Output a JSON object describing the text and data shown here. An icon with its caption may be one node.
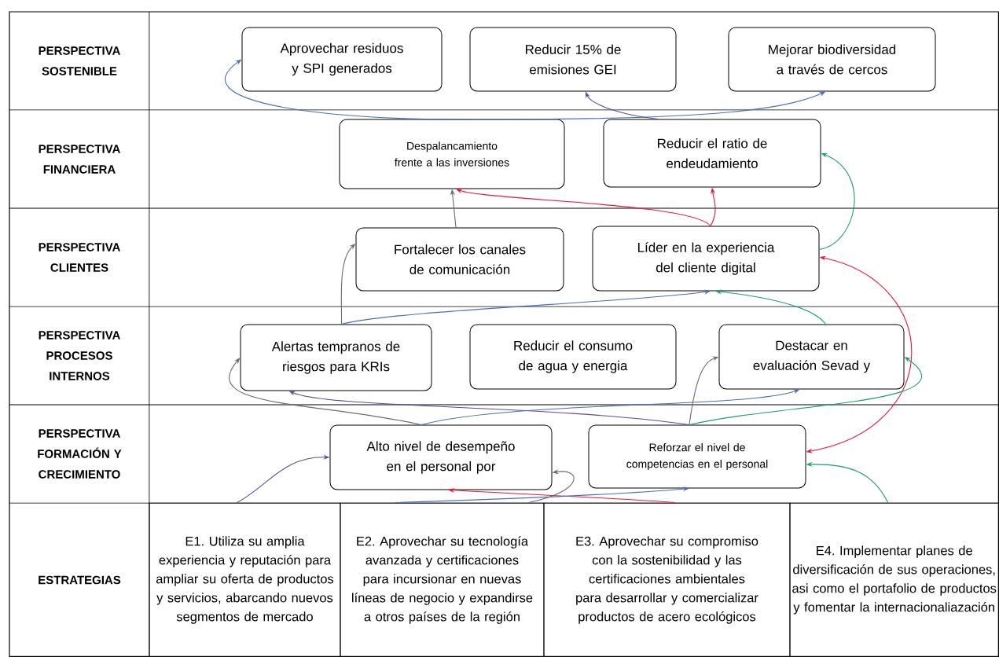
{
  "diagram": {
    "nodes": [
      {
        "text": [
          "Aprovechar residuos y SPI generados"
        ]
      },
      {
        "text": [
          "Reducir 15% de emisiones GEI"
        ]
      },
      {
        "text": [
          "Mejorar biodiversidad a través de cercos"
        ]
      },
      {
        "text": [
          "Despalancamiento frente a las inversiones"
        ]
      },
      {
        "text": [
          "Reducir el ratio de endeudamiento"
        ]
      },
      {
        "text": [
          "Fortalecer los canales de comunicación"
        ]
      },
      {
        "text": [
          "Líder en la experiencia del cliente digital"
        ]
      },
      {
        "text": [
          "Alertas tempranos de riesgos para KRIs"
        ]
      },
      {
        "text": [
          "Reducir el consumo de agua y energia"
        ]
      },
      {
        "text": [
          "Destacar en evaluación Sevad y"
        ]
      },
      {
        "text": [
          "Alto nivel de desempeño en el personal por"
        ]
      },
      {
        "text": [
          "Reforzar el nivel de competencias en el personal"
        ]
      },
      {
        "text": [
          "E1. Utiliza su amplia experiencia y reputación para ampliar su oferta de productos y servicios, abarcando nuevos segmentos de mercado"
        ]
      },
      {
        "text": [
          "E2. Aprovechar su tecnología avanzada y certificaciones para incursionar en nuevas líneas de negocio y expandirse a otros países de la región"
        ]
      },
      {
        "text": [
          "E3. Aprovechar su compromiso con la sostenibilidad y las certificaciones ambientales para desarrollar y comercializar productos de acero ecológicos"
        ]
      },
      {
        "text": [
          "E4. Implementar planes de diversificación de sus operaciones, asi como el portafolio de productos y fomentar la internacionaliazación"
        ]
      }
    ],
    "edges": [
      {
        "from": 3,
        "to": 0,
        "arrow": "to",
        "color": "#4a6fb5"
      },
      {
        "from": 3,
        "to": 2,
        "arrow": "to",
        "color": "#4a6fb5"
      },
      {
        "from": 4,
        "to": 1,
        "arrow": "to",
        "color": "#5b4a9e"
      },
      {
        "from": 6,
        "to": 3,
        "arrow": "to",
        "color": "#e8173a"
      },
      {
        "from": 6,
        "to": 4,
        "arrow": "to",
        "color": "#e8173a"
      },
      {
        "from": 5,
        "to": 3,
        "arrow": "to",
        "color": "#6b6b6b"
      },
      {
        "from": 6,
        "to": 4,
        "arrow": "to",
        "color": "#1a9e6e"
      },
      {
        "from": 9,
        "to": 6,
        "arrow": "to",
        "color": "#1a9e6e"
      },
      {
        "from": 11,
        "to": 6,
        "arrow": "both",
        "color": "#e8173a"
      },
      {
        "from": 7,
        "to": 6,
        "arrow": "to",
        "color": "#4a6fb5"
      },
      {
        "from": 7,
        "to": 5,
        "arrow": "to",
        "color": "#6b6b6b"
      },
      {
        "from": 10,
        "to": 7,
        "arrow": "to",
        "color": "#6b6b6b"
      },
      {
        "from": 11,
        "to": 7,
        "arrow": "to",
        "color": "#5b4a9e"
      },
      {
        "from": 10,
        "to": 9,
        "arrow": "to",
        "color": "#4a6fb5"
      },
      {
        "from": 11,
        "to": 9,
        "arrow": "to",
        "color": "#6b6b6b"
      },
      {
        "from": 11,
        "to": 9,
        "arrow": "to",
        "color": "#1a9e6e"
      },
      {
        "from": 12,
        "to": 10,
        "arrow": "to",
        "color": "#5b4a9e"
      },
      {
        "from": 14,
        "to": 10,
        "arrow": "to",
        "color": "#e8173a"
      },
      {
        "from": 13,
        "to": 11,
        "arrow": "to",
        "color": "#4a6fb5"
      },
      {
        "from": 13,
        "to": 10,
        "arrow": "to",
        "color": "#6b6b6b"
      },
      {
        "from": 15,
        "to": 11,
        "arrow": "to",
        "color": "#1a9e6e"
      }
    ],
    "labels": [
      "PERSPECTIVA SOSTENIBLE",
      "PERSPECTIVA FINANCIERA",
      "PERSPECTIVA CLIENTES",
      "PERSPECTIVA PROCESOS INTERNOS",
      "PERSPECTIVA FORMACIÓN Y CRECIMIENTO",
      "ESTRATEGIAS"
    ]
  }
}
